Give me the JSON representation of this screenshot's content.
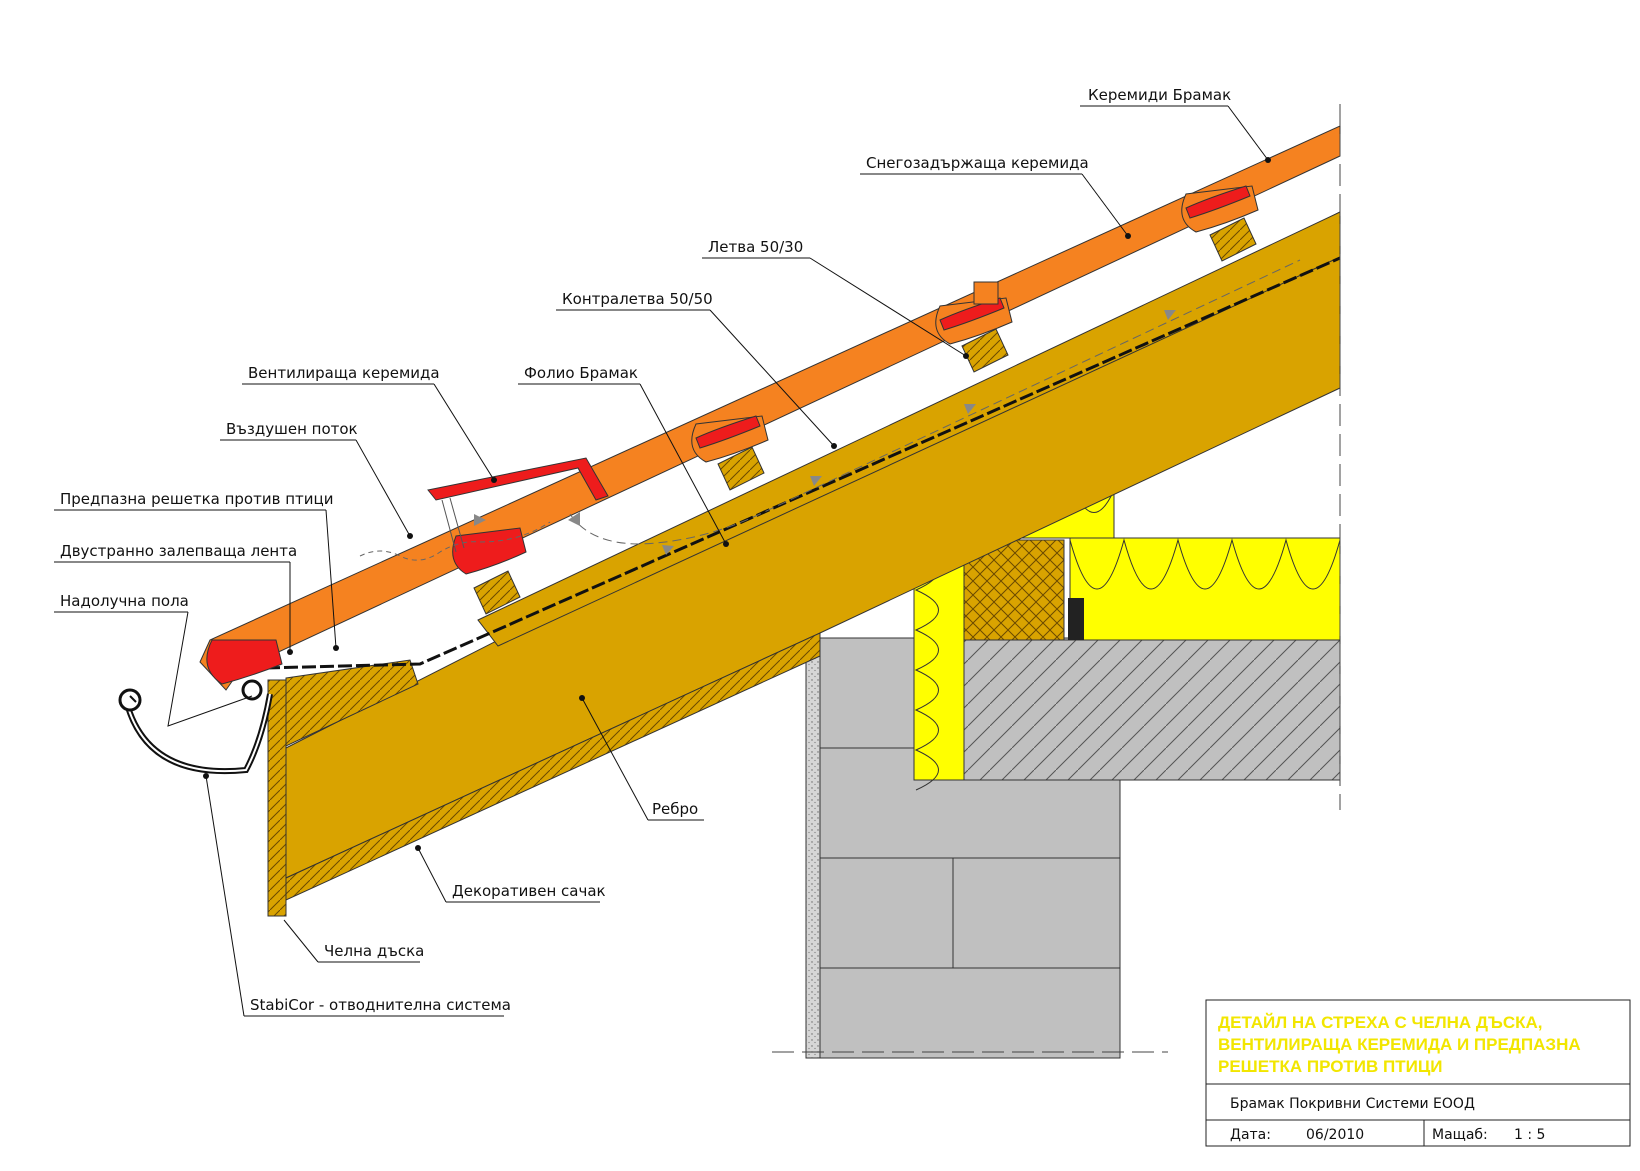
{
  "labels": {
    "keremidi_bramak": "Керемиди Брамак",
    "snegozadarzhashta": "Снегозадържаща керемида",
    "letva": "Летва 50/30",
    "kontraletva": "Контралетва 50/50",
    "ventilirashta": "Вентилираща керемида",
    "folio": "Фолио Брамак",
    "vazdushen_potok": "Въздушен поток",
    "predpazna_reshetka": "Предпазна решетка против птици",
    "dvustranno_lenta": "Двустранно залепваща лента",
    "nadoluchna_pola": "Надолучна пола",
    "rebro": "Ребро",
    "dekorativen_sachak": "Декоративен сачак",
    "chelna_daska": "Челна дъска",
    "stabicor": "StabiCor - отводнителна система"
  },
  "title_block": {
    "title_lines": [
      "ДЕТАЙЛ НА СТРЕХА С ЧЕЛНА ДЪСКА,",
      "ВЕНТИЛИРАЩА КЕРЕМИДА И ПРЕДПАЗНА",
      "РЕШЕТКА ПРОТИВ ПТИЦИ"
    ],
    "company": "Брамак Покривни Системи ЕООД",
    "date_label": "Дата:",
    "date_value": "06/2010",
    "scale_label": "Мащаб:",
    "scale_value": "1 : 5"
  },
  "colors": {
    "tile_orange": "#f58220",
    "tile_red": "#ee1c1c",
    "timber": "#d9a300",
    "insulation": "#ffff00",
    "masonry": "#c0c0c0",
    "title_yellow": "#f2e600"
  }
}
